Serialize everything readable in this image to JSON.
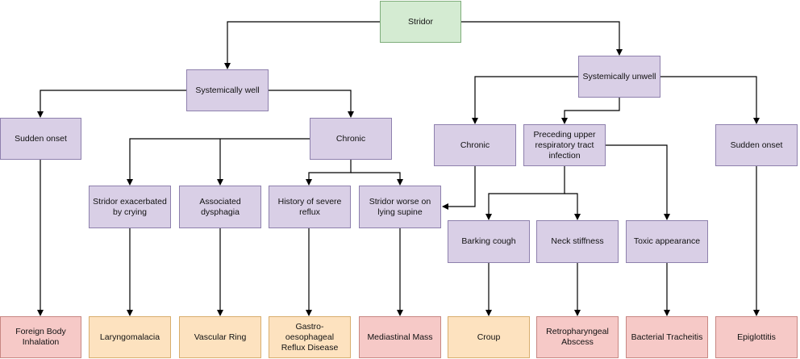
{
  "diagram": {
    "root": "Stridor",
    "systemically_well": "Systemically well",
    "systemically_unwell": "Systemically unwell",
    "sudden_onset_left": "Sudden onset",
    "chronic_left": "Chronic",
    "chronic_right": "Chronic",
    "preceding_urti": "Preceding upper respiratory tract infection",
    "sudden_onset_right": "Sudden onset",
    "stridor_crying": "Stridor exacerbated by crying",
    "assoc_dysphagia": "Associated dysphagia",
    "severe_reflux": "History of severe reflux",
    "worse_supine": "Stridor worse on lying supine",
    "barking_cough": "Barking cough",
    "neck_stiffness": "Neck stiffness",
    "toxic_appearance": "Toxic appearance",
    "foreign_body": "Foreign Body Inhalation",
    "laryngomalacia": "Laryngomalacia",
    "vascular_ring": "Vascular Ring",
    "gord": "Gastro-oesophageal Reflux Disease",
    "mediastinal_mass": "Mediastinal Mass",
    "croup": "Croup",
    "retropharyngeal": "Retropharyngeal Abscess",
    "bacterial_tracheitis": "Bacterial Tracheitis",
    "epiglottitis": "Epiglottitis"
  }
}
